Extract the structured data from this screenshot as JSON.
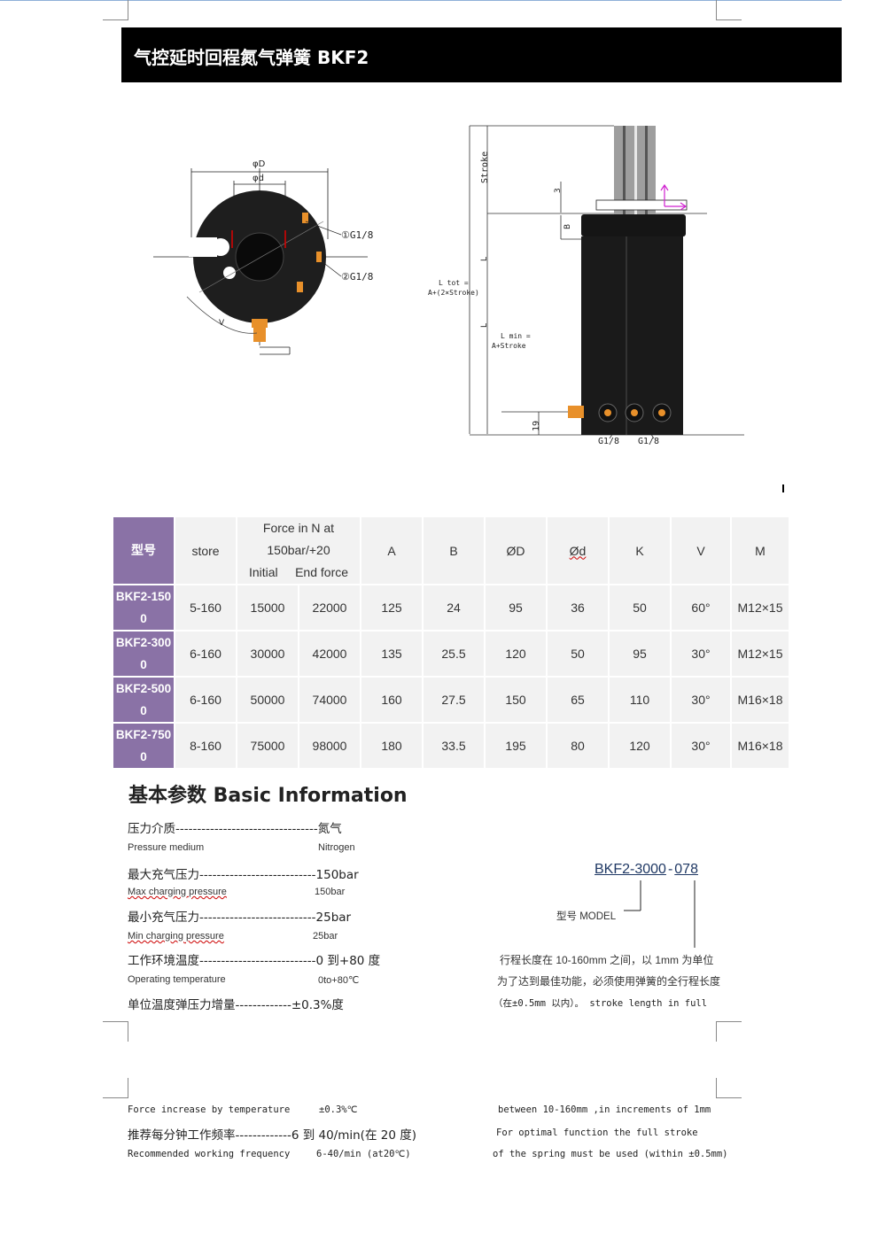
{
  "title": "气控延时回程氮气弹簧 BKF2",
  "drawing": {
    "phi_D": "φD",
    "phi_d": "φd",
    "port1": "①G1/8",
    "port2": "②G1/8",
    "v_label": "V",
    "stroke": "Stroke",
    "l_label": "L",
    "l_tot": "L tot =",
    "l_tot_formula": "A+(2×Stroke)",
    "l_min": "L min =",
    "l_min_formula": "A+Stroke",
    "dim_3": "3",
    "dim_b": "B",
    "dim_19": "19",
    "port_a": "G1/8",
    "port_b": "G1/8"
  },
  "table": {
    "model_header": "型号",
    "store_header": "store",
    "force_header_line1": "Force in N at",
    "force_header_line2": "150bar/+20",
    "initial_header": "Initial",
    "end_header": "End force",
    "a_header": "A",
    "b_header": "B",
    "dD_header": "ØD",
    "dd_header": "Ød",
    "k_header": "K",
    "v_header": "V",
    "m_header": "M",
    "rows": [
      {
        "model_l1": "BKF2-150",
        "model_l2": "0",
        "store": "5-160",
        "initial": "15000",
        "end": "22000",
        "a": "125",
        "b": "24",
        "dD": "95",
        "dd": "36",
        "k": "50",
        "v": "60°",
        "m": "M12×15"
      },
      {
        "model_l1": "BKF2-300",
        "model_l2": "0",
        "store": "6-160",
        "initial": "30000",
        "end": "42000",
        "a": "135",
        "b": "25.5",
        "dD": "120",
        "dd": "50",
        "k": "95",
        "v": "30°",
        "m": "M12×15"
      },
      {
        "model_l1": "BKF2-500",
        "model_l2": "0",
        "store": "6-160",
        "initial": "50000",
        "end": "74000",
        "a": "160",
        "b": "27.5",
        "dD": "150",
        "dd": "65",
        "k": "110",
        "v": "30°",
        "m": "M16×18"
      },
      {
        "model_l1": "BKF2-750",
        "model_l2": "0",
        "store": "8-160",
        "initial": "75000",
        "end": "98000",
        "a": "180",
        "b": "33.5",
        "dD": "195",
        "dd": "80",
        "k": "120",
        "v": "30°",
        "m": "M16×18"
      }
    ]
  },
  "basic": {
    "title": "基本参数 Basic Information",
    "medium_cn": "压力介质---------------------------------氮气",
    "medium_en": "Pressure medium",
    "medium_en_val": "Nitrogen",
    "max_cn": "最大充气压力---------------------------150bar",
    "max_en": "Max charging pressure",
    "max_en_val": "150bar",
    "min_cn": "最小充气压力---------------------------25bar",
    "min_en": "Min charging pressure",
    "min_en_val": "25bar",
    "temp_cn": "工作环境温度---------------------------0 到+80 度",
    "temp_en": "Operating temperature",
    "temp_en_val": "0to+80℃",
    "inc_cn": "单位温度弹压力增量-------------±0.3%度",
    "force_en": "Force increase by temperature",
    "force_en_val": "±0.3%℃",
    "freq_cn": "推荐每分钟工作频率-------------6 到 40/min(在 20 度)",
    "freq_en": "Recommended working frequency",
    "freq_en_val": "6-40/min (at20℃)"
  },
  "model_code": {
    "code_part1": "BKF2-3000",
    "code_sep": "-",
    "code_part2": "078",
    "model_label": "型号 MODEL",
    "desc_cn1": "行程长度在 10-160mm 之间，以 1mm 为单位",
    "desc_cn2": "为了达到最佳功能，必须使用弹簧的全行程长度",
    "desc_cn3": "（在±0.5mm 以内）。 stroke length in full",
    "desc_en1": "between 10-160mm ,in increments of 1mm",
    "desc_en2": "For optimal function the full stroke",
    "desc_en3": "of the spring must be used (within ±0.5mm)"
  },
  "colors": {
    "title_bar": "#000000",
    "model_cell": "#8a72a6",
    "table_cell": "#f2f2f2",
    "fitting": "#e8902a",
    "arrow": "#d020d0"
  }
}
